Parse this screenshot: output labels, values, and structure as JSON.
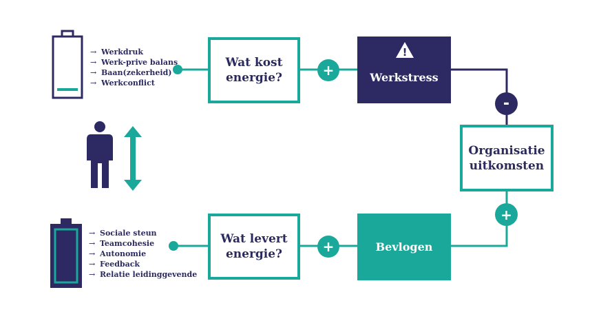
{
  "drains": {
    "items": [
      "Werkdruk",
      "Werk-prive balans",
      "Baan(zekerheid)",
      "Werkconflict"
    ]
  },
  "sources": {
    "items": [
      "Sociale steun",
      "Teamcohesie",
      "Autonomie",
      "Feedback",
      "Relatie leidinggevende"
    ]
  },
  "boxes": {
    "costs": [
      "Wat kost",
      "energie?"
    ],
    "gives": [
      "Wat levert",
      "energie?"
    ],
    "stress": "Werkstress",
    "engaged": "Bevlogen",
    "outcomes": [
      "Organisatie",
      "uitkomsten"
    ]
  },
  "signs": {
    "plus": "+",
    "minus": "-",
    "warning": "!"
  },
  "icons": {
    "arrow": "→",
    "empty_battery": "battery-empty-icon",
    "full_battery": "battery-full-icon",
    "person": "person-icon",
    "double_arrow": "double-arrow-icon"
  },
  "colors": {
    "navy": "#2d2a63",
    "teal": "#1aa89a"
  }
}
